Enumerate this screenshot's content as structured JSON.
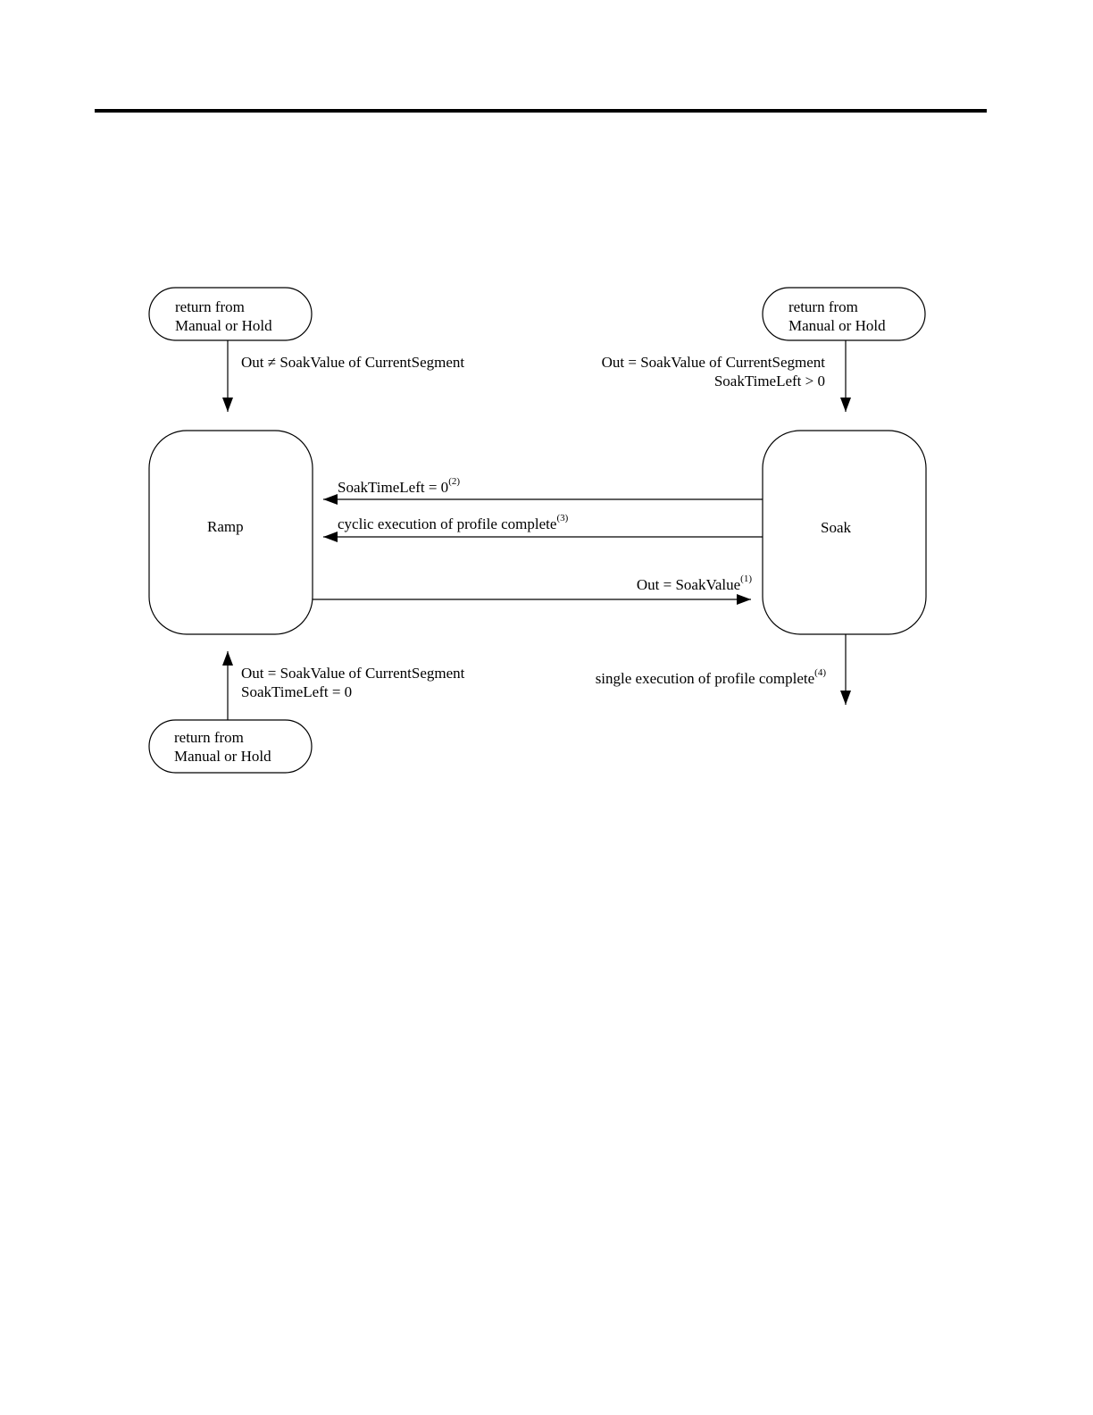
{
  "diagram": {
    "states": {
      "ramp": {
        "label": "Ramp"
      },
      "soak": {
        "label": "Soak"
      }
    },
    "entries": {
      "ramp_top": {
        "line1": "return from",
        "line2": "Manual or Hold"
      },
      "soak_top": {
        "line1": "return from",
        "line2": "Manual or Hold"
      },
      "ramp_bottom": {
        "line1": "return from",
        "line2": "Manual or Hold"
      }
    },
    "transitions": {
      "ramp_top_condition": "Out ≠ SoakValue of CurrentSegment",
      "soak_top_condition_1": "Out = SoakValue of CurrentSegment",
      "soak_top_condition_2": "SoakTimeLeft > 0",
      "soak_to_ramp_1": {
        "text": "SoakTimeLeft = 0",
        "note": "(2)"
      },
      "soak_to_ramp_2": {
        "text": "cyclic execution of profile complete",
        "note": "(3)"
      },
      "ramp_to_soak": {
        "text": "Out = SoakValue",
        "note": "(1)"
      },
      "ramp_bottom_condition_1": "Out = SoakValue of CurrentSegment",
      "ramp_bottom_condition_2": "SoakTimeLeft = 0",
      "soak_exit": {
        "text": "single execution of profile complete",
        "note": "(4)"
      }
    }
  }
}
